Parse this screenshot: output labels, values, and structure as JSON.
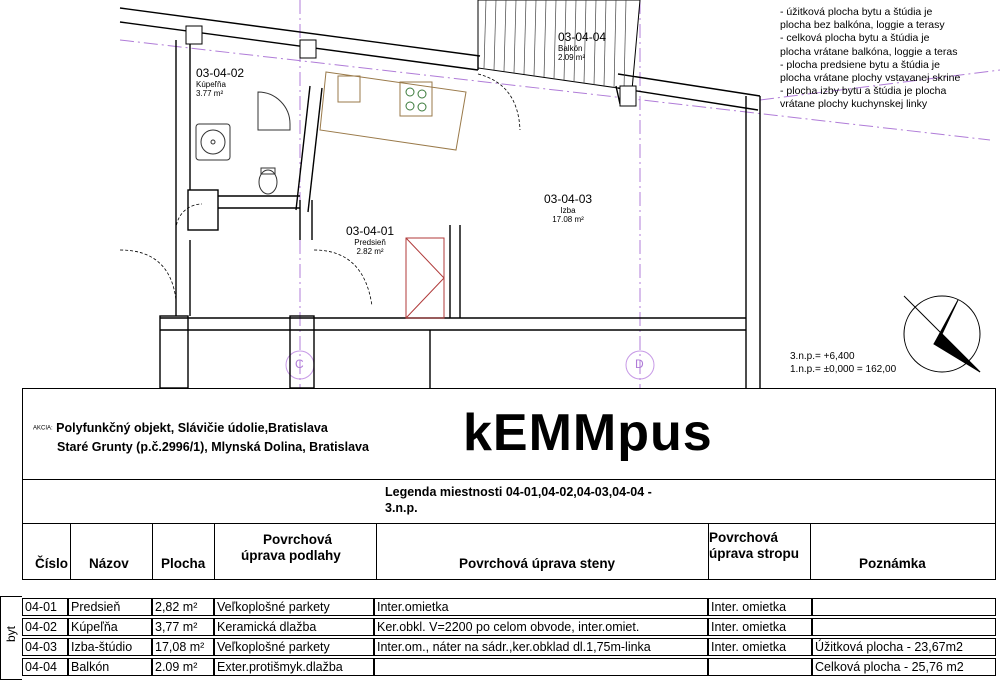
{
  "plan": {
    "notes": [
      "- úžitková plocha bytu a štúdia je",
      "plocha bez balkóna, loggie a terasy",
      "- celková plocha bytu a štúdia je",
      "plocha vrátane balkóna, loggie a teras",
      "- plocha predsiene bytu a štúdia je",
      "plocha vrátane plochy vstavanej skrine",
      "- plocha izby bytu a štúdia je plocha",
      "vrátane plochy kuchynskej linky"
    ],
    "elevations": [
      "3.n.p.= +6,400",
      "1.n.p.= ±0,000  = 162,00"
    ],
    "grid_labels": [
      "C",
      "D"
    ],
    "rooms": [
      {
        "num": "03-04-02",
        "name": "Kúpeľňa",
        "area": "3.77 m²"
      },
      {
        "num": "03-04-04",
        "name": "Balkón",
        "area": "2.09 m²"
      },
      {
        "num": "03-04-03",
        "name": "Izba",
        "area": "17.08 m²"
      },
      {
        "num": "03-04-01",
        "name": "Predsieň",
        "area": "2.82 m²"
      }
    ]
  },
  "title": {
    "akcia_tag": "AKCIA:",
    "akcia_line1": "Polyfunkčný objekt, Slávičie údolie,Bratislava",
    "akcia_line2": "Staré Grunty (p.č.2996/1), Mlynská Dolina, Bratislava",
    "brand": "kEMMpus",
    "legend_line1": "Legenda miestnosti 04-01,04-02,04-03,04-04 -",
    "legend_line2": "3.n.p."
  },
  "table": {
    "headers": {
      "cislo": "Číslo",
      "nazov": "Názov",
      "plocha": "Plocha",
      "podlahy_1": "Povrchová",
      "podlahy_2": "úprava podlahy",
      "steny": "Povrchová úprava steny",
      "stropu_1": "Povrchová",
      "stropu_2": "úprava stropu",
      "poznamka": "Poznámka"
    },
    "side_label": "byt",
    "rows": [
      {
        "cislo": "04-01",
        "nazov": "Predsieň",
        "plocha": "2,82 m²",
        "podlaha": "Veľkoplošné parkety",
        "steny": "Inter.omietka",
        "strop": "Inter. omietka",
        "poznamka": ""
      },
      {
        "cislo": "04-02",
        "nazov": "Kúpeľňa",
        "plocha": "3,77 m²",
        "podlaha": "Keramická dlažba",
        "steny": "Ker.obkl. V=2200 po celom obvode, inter.omiet.",
        "strop": "Inter. omietka",
        "poznamka": ""
      },
      {
        "cislo": "04-03",
        "nazov": "Izba-štúdio",
        "plocha": "17,08 m²",
        "podlaha": "Veľkoplošné parkety",
        "steny": "Inter.om., náter na sádr.,ker.obklad dl.1,75m-linka",
        "strop": "Inter. omietka",
        "poznamka": "Úžitková plocha - 23,67m2"
      },
      {
        "cislo": "04-04",
        "nazov": "Balkón",
        "plocha": "2.09 m²",
        "podlaha": "Exter.protišmyk.dlažba",
        "steny": "",
        "strop": "",
        "poznamka": "Celková plocha - 25,76 m2"
      }
    ]
  }
}
